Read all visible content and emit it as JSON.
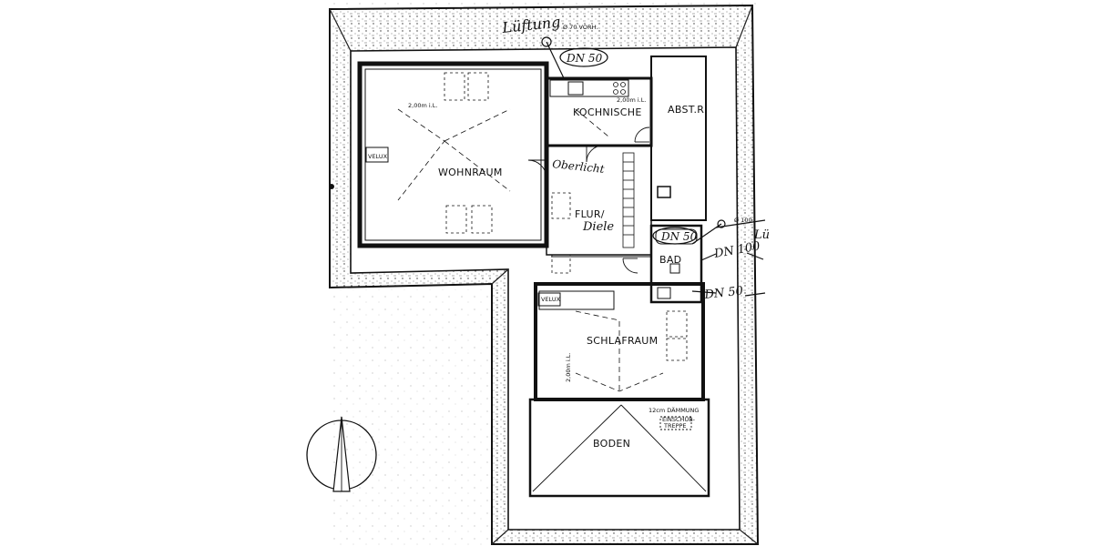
{
  "rooms": {
    "wohnraum": "WOHNRAUM",
    "kochnische": "KOCHNISCHE",
    "abstellraum": "ABST.R.",
    "flur": "FLUR/",
    "bad": "BAD",
    "schlafraum": "SCHLAFRAUM",
    "boden": "BODEN"
  },
  "notes": {
    "velux_wohnraum": "VELUX",
    "velux_schlafraum": "VELUX",
    "height_wohnraum": "2,00m i.L.",
    "height_kochnische": "2,00m i.L.",
    "height_schlafraum": "2,00m i.L.",
    "daemmung": "12cm DÄMMUNG",
    "einschub": "EINSCHUB-",
    "treppe": "TREPPE",
    "vorh": "Ø 70 VORH.",
    "vorh_right": "Ø 100"
  },
  "handwritten": {
    "lueftung": "Lüftung",
    "dn50_top": "DN 50",
    "oberlicht": "Oberlicht",
    "diele": "Diele",
    "dn50_bad": "DN 50",
    "dn100": "DN 100",
    "dn50_low": "DN 50",
    "edge_right": "Lü"
  }
}
